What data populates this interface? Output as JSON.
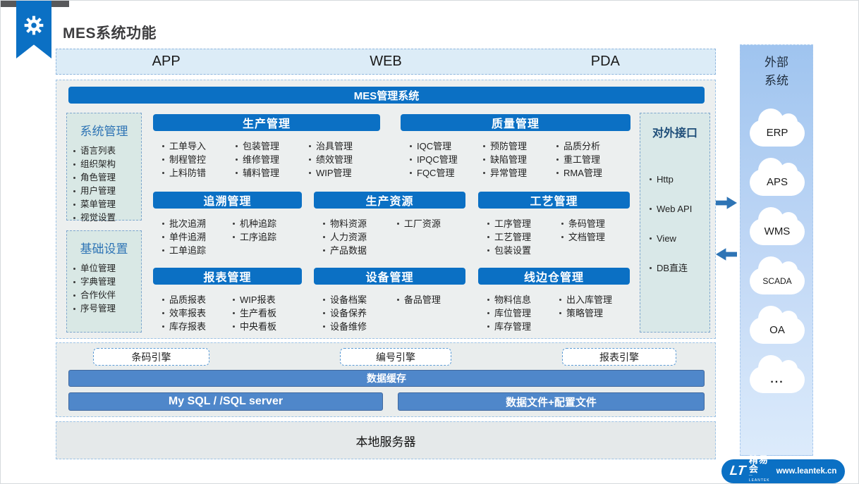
{
  "header": {
    "title": "MES系统功能"
  },
  "access_bar": {
    "items": [
      "APP",
      "WEB",
      "PDA"
    ]
  },
  "platform": {
    "title": "MES管理系统"
  },
  "left_boxes": [
    {
      "title": "系统管理",
      "items": [
        "语言列表",
        "组织架构",
        "角色管理",
        "用户管理",
        "菜单管理",
        "视觉设置"
      ]
    },
    {
      "title": "基础设置",
      "items": [
        "单位管理",
        "字典管理",
        "合作伙伴",
        "序号管理"
      ]
    }
  ],
  "modules": [
    {
      "title": "生产管理",
      "columns": [
        [
          "工单导入",
          "制程管控",
          "上料防错"
        ],
        [
          "包装管理",
          "维修管理",
          "辅料管理"
        ],
        [
          "治具管理",
          "绩效管理",
          "WIP管理"
        ]
      ]
    },
    {
      "title": "质量管理",
      "columns": [
        [
          "IQC管理",
          "IPQC管理",
          "FQC管理"
        ],
        [
          "预防管理",
          "缺陷管理",
          "异常管理"
        ],
        [
          "品质分析",
          "重工管理",
          "RMA管理"
        ]
      ]
    },
    {
      "title": "追溯管理",
      "columns": [
        [
          "批次追溯",
          "单件追溯",
          "工单追踪"
        ],
        [
          "机种追踪",
          "工序追踪"
        ]
      ]
    },
    {
      "title": "生产资源",
      "columns": [
        [
          "物料资源",
          "人力资源",
          "产品数据"
        ],
        [
          "工厂资源"
        ]
      ]
    },
    {
      "title": "工艺管理",
      "columns": [
        [
          "工序管理",
          "工艺管理",
          "包装设置"
        ],
        [
          "条码管理",
          "文档管理"
        ]
      ]
    },
    {
      "title": "报表管理",
      "columns": [
        [
          "品质报表",
          "效率报表",
          "库存报表"
        ],
        [
          "WIP报表",
          "生产看板",
          "中央看板"
        ]
      ]
    },
    {
      "title": "设备管理",
      "columns": [
        [
          "设备档案",
          "设备保养",
          "设备维修"
        ],
        [
          "备品管理"
        ]
      ]
    },
    {
      "title": "线边仓管理",
      "columns": [
        [
          "物料信息",
          "库位管理",
          "库存管理"
        ],
        [
          "出入库管理",
          "策略管理"
        ]
      ]
    }
  ],
  "interfaces": {
    "title": "对外接口",
    "items": [
      "Http",
      "Web API",
      "View",
      "DB直连"
    ]
  },
  "engine_layer": {
    "engines": [
      "条码引擎",
      "编号引擎",
      "报表引擎"
    ],
    "cache": "数据缓存",
    "database": "My SQL / /SQL server",
    "files": "数据文件+配置文件"
  },
  "local_server": {
    "label": "本地服务器"
  },
  "external_systems": {
    "title": "外部系统",
    "clouds": [
      "ERP",
      "APS",
      "WMS",
      "SCADA",
      "OA",
      "..."
    ]
  },
  "footer_logo": {
    "mark": "LT",
    "brand": "精易会",
    "brand_sub": "— LEANTEK —",
    "url": "www.leantek.cn"
  },
  "colors": {
    "primary_blue": "#0b70c4",
    "mid_blue": "#4f87ca",
    "access_bar_bg": "#dcecf7",
    "panel_gray": "#ecefef",
    "box_teal": "#d9e8e5",
    "sidebar_gradient_top": "#9fc4ef",
    "sidebar_gradient_bottom": "#dcebfb",
    "arrow_blue": "#2e74b5",
    "left_title_blue": "#2e74b5",
    "interface_title_navy": "#1f4e79"
  }
}
